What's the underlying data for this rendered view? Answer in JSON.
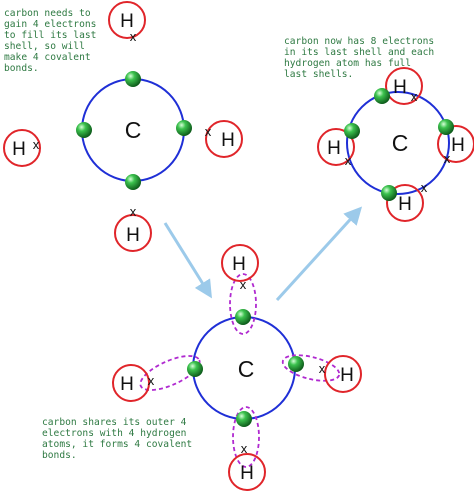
{
  "captions": {
    "top_left": "carbon needs to\ngain 4 electrons\nto fill its last\nshell, so will\nmake 4 covalent\nbonds.",
    "top_right": "carbon now has 8 electrons\nin its last shell and each\nhydrogen atom has full\nlast shells.",
    "bottom": "carbon shares its outer 4\nelectrons with 4 hydrogen\natoms, it forms 4 covalent\nbonds."
  },
  "atoms": {
    "carbon_symbol": "C",
    "hydrogen_symbol": "H",
    "hydrogen_electron_symbol": "x"
  },
  "colors": {
    "shell": "#1f2fd6",
    "electron": "#22a83a",
    "hydrogen_ring": "#e0252a",
    "shared_pair": "#b02ad0",
    "arrow": "#9ccaea"
  }
}
